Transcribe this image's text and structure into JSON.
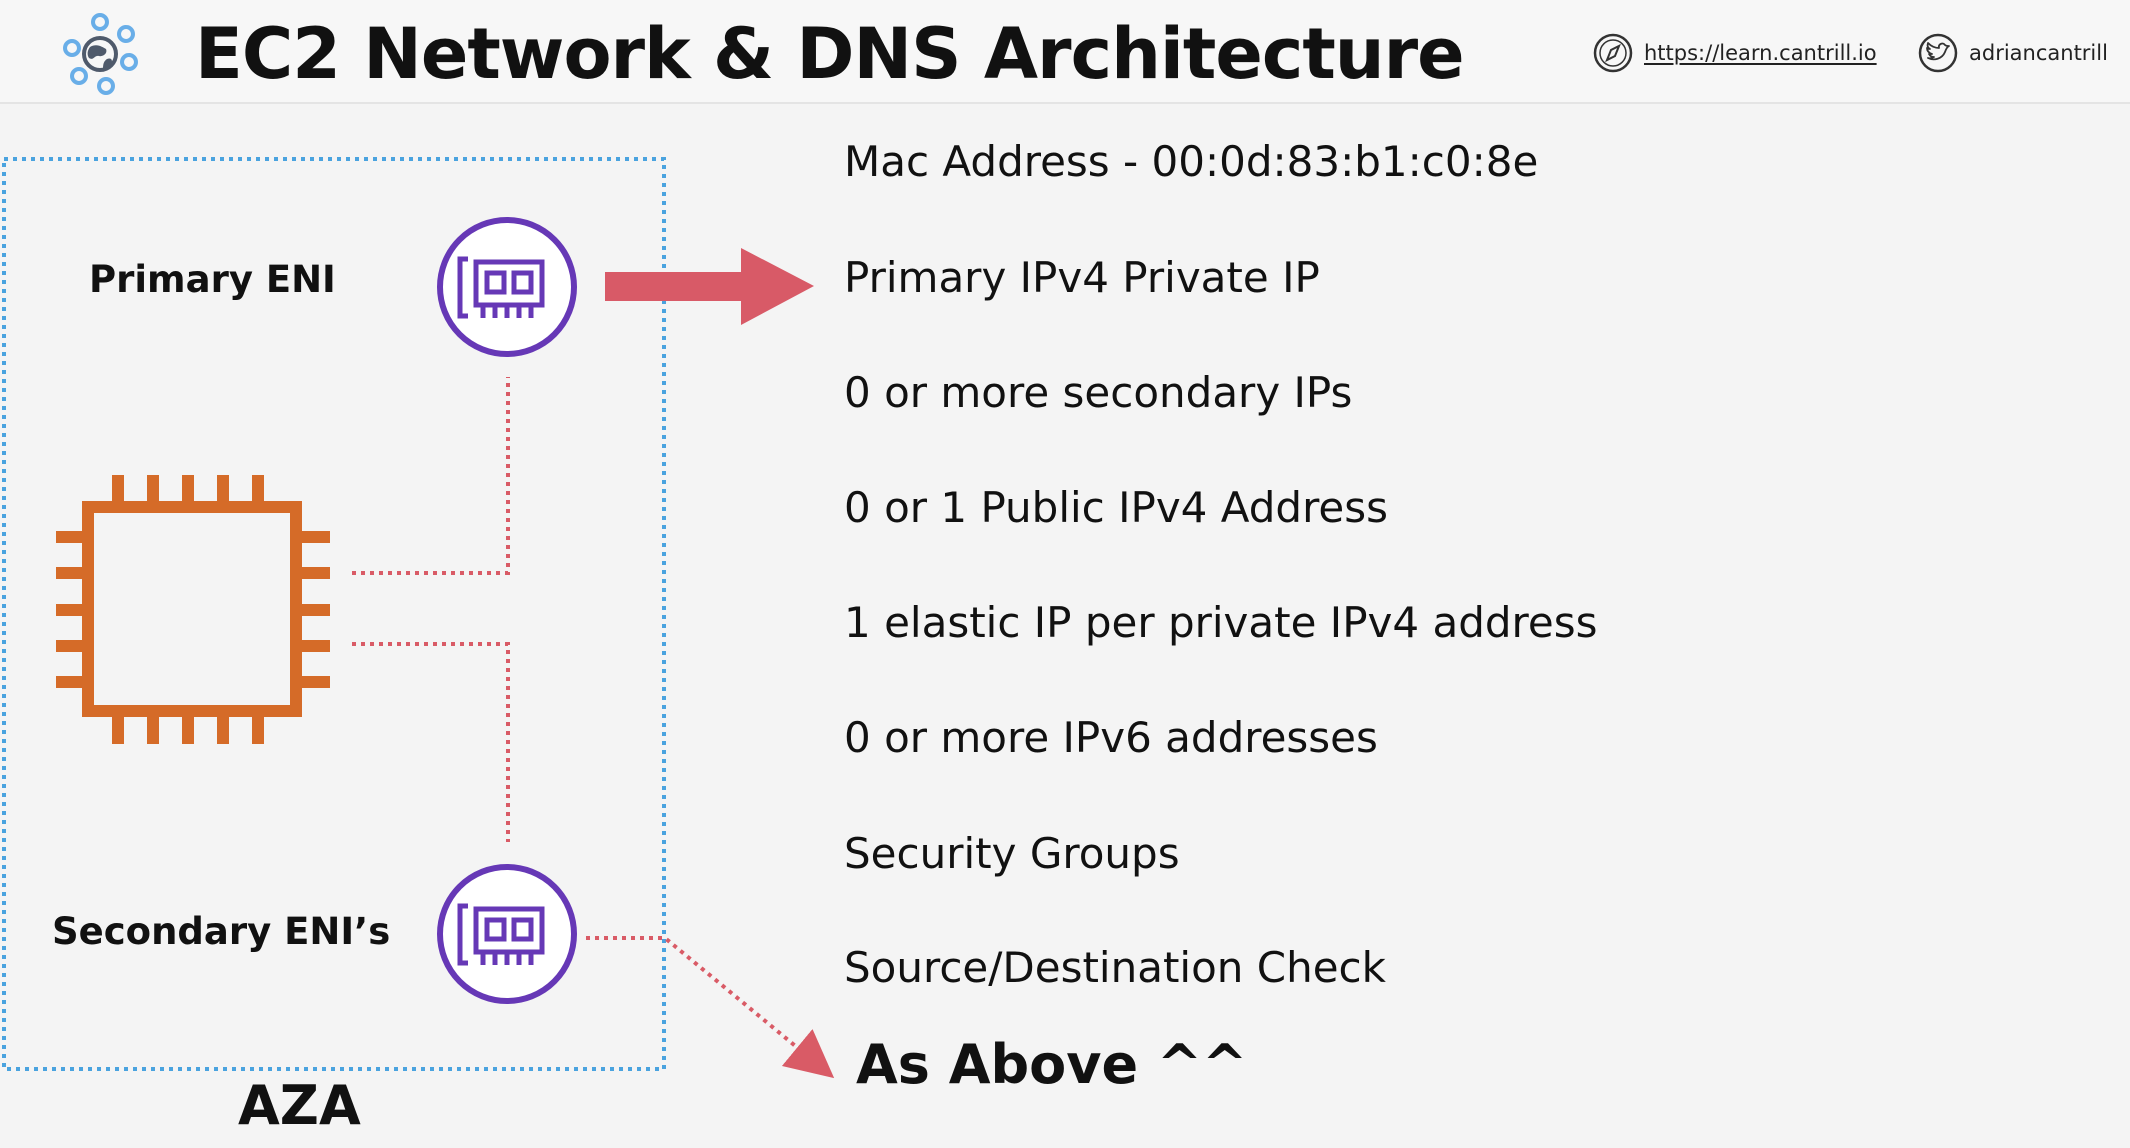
{
  "header": {
    "title": "EC2 Network & DNS Architecture",
    "website": "https://learn.cantrill.io",
    "twitter": "adriancantrill",
    "logo_icon": "network-globe-icon",
    "website_icon": "compass-icon",
    "twitter_icon": "twitter-bird-icon"
  },
  "diagram": {
    "availability_zone": "AZA",
    "primary_eni_label": "Primary ENI",
    "secondary_eni_label": "Secondary ENI’s",
    "cpu_icon": "ec2-instance-chip-icon",
    "eni_icon": "network-interface-card-icon",
    "arrow_icon": "right-arrow-icon"
  },
  "attributes": [
    "Mac Address - 00:0d:83:b1:c0:8e",
    "Primary IPv4 Private IP",
    "0 or more secondary IPs",
    "0 or 1 Public IPv4 Address",
    "1 elastic IP per private IPv4 address",
    "0 or more IPv6 addresses",
    "Security Groups",
    "Source/Destination Check"
  ],
  "secondary_note": "As Above ^^",
  "colors": {
    "background": "#f4f4f4",
    "az_border": "#4aa3df",
    "eni_purple": "#6638b6",
    "cpu_orange": "#d56b28",
    "connector_red": "#d95b66",
    "arrow_red": "#d85a67",
    "logo_blue": "#69aee8"
  }
}
